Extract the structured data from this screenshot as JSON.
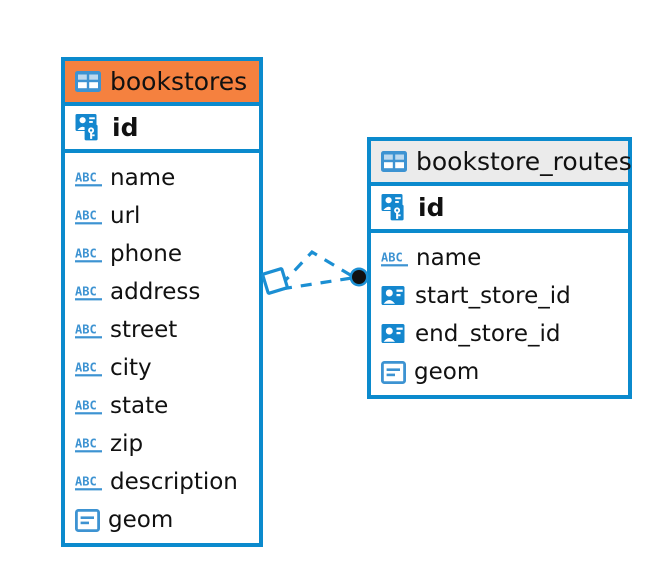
{
  "diagram": {
    "type": "entity-relationship-diagram",
    "background": "#ffffff",
    "colors": {
      "border_blue": "#0b8acd",
      "header_orange": "#f5813f",
      "header_gray": "#ebebeb",
      "icon_blue": "#3d93d2",
      "icon_blue_solid": "#1487ce",
      "text": "#111111",
      "connector": "#1b8fd3",
      "endpoint_dot": "#111111"
    },
    "entities": [
      {
        "name": "bookstores",
        "header_style": "orange",
        "selected": true,
        "primary_key": {
          "label": "id",
          "icon": "primary-key-icon"
        },
        "fields": [
          {
            "label": "name",
            "icon": "abc-text-icon"
          },
          {
            "label": "url",
            "icon": "abc-text-icon"
          },
          {
            "label": "phone",
            "icon": "abc-text-icon"
          },
          {
            "label": "address",
            "icon": "abc-text-icon"
          },
          {
            "label": "street",
            "icon": "abc-text-icon"
          },
          {
            "label": "city",
            "icon": "abc-text-icon"
          },
          {
            "label": "state",
            "icon": "abc-text-icon"
          },
          {
            "label": "zip",
            "icon": "abc-text-icon"
          },
          {
            "label": "description",
            "icon": "abc-text-icon"
          },
          {
            "label": "geom",
            "icon": "geometry-icon"
          }
        ]
      },
      {
        "name": "bookstore_routes",
        "header_style": "gray",
        "selected": false,
        "primary_key": {
          "label": "id",
          "icon": "primary-key-icon"
        },
        "fields": [
          {
            "label": "name",
            "icon": "abc-text-icon"
          },
          {
            "label": "start_store_id",
            "icon": "foreign-key-icon"
          },
          {
            "label": "end_store_id",
            "icon": "foreign-key-icon"
          },
          {
            "label": "geom",
            "icon": "geometry-icon"
          }
        ]
      }
    ],
    "relationship": {
      "from_entity": "bookstores",
      "to_entity": "bookstore_routes",
      "line_style": "dashed",
      "from_endpoint": "diamond",
      "to_endpoint": "filled-circle",
      "cardinality": "one-to-many"
    }
  }
}
